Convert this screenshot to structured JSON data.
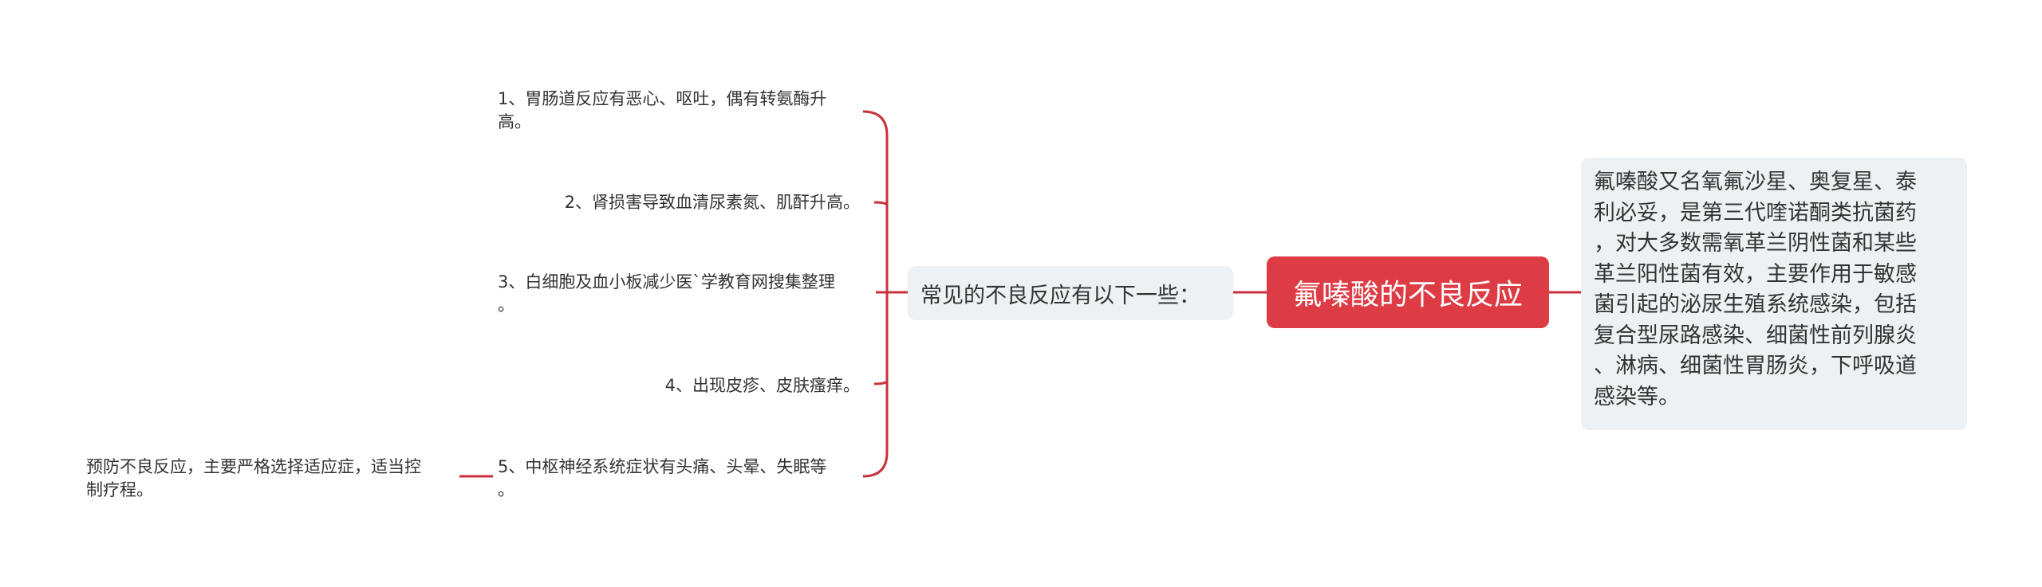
{
  "mindmap": {
    "root": {
      "label": "氟嗪酸的不良反应"
    },
    "description": {
      "text": "氟嗪酸又名氧氟沙星、奥复星、泰\n利必妥，是第三代喹诺酮类抗菌药\n，对大多数需氧革兰阴性菌和某些\n革兰阳性菌有效，主要作用于敏感\n菌引起的泌尿生殖系统感染，包括\n复合型尿路感染、细菌性前列腺炎\n、淋病、细菌性胃肠炎，下呼吸道\n感染等。"
    },
    "branch": {
      "label": "常见的不良反应有以下一些："
    },
    "items": [
      {
        "text": "1、胃肠道反应有恶心、呕吐，偶有转氨酶升\n高。"
      },
      {
        "text": "2、肾损害导致血清尿素氮、肌酐升高。"
      },
      {
        "text": "3、白细胞及血小板减少医`学教育网搜集整理\n。"
      },
      {
        "text": "4、出现皮疹、皮肤瘙痒。"
      },
      {
        "text": "5、中枢神经系统症状有头痛、头晕、失眠等\n。"
      }
    ],
    "sub_item": {
      "text": "预防不良反应，主要严格选择适应症，适当控\n制疗程。"
    },
    "colors": {
      "root_fill": "#dd3c45",
      "root_text": "#ffffff",
      "node_fill": "#eef1f4",
      "connector": "#c8323c",
      "text": "#333333"
    }
  }
}
